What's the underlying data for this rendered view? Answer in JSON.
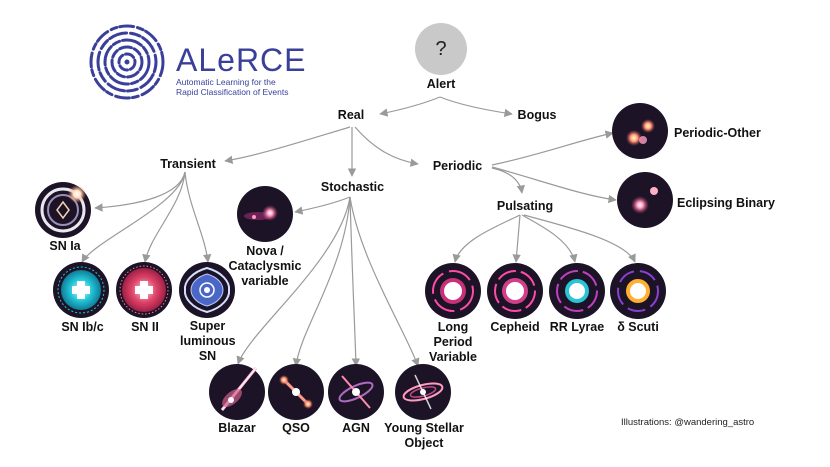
{
  "logo": {
    "title": "ALeRCE",
    "subtitle_line1": "Automatic Learning for the",
    "subtitle_line2": "Rapid Classification of Events"
  },
  "root": {
    "symbol": "?",
    "label": "Alert"
  },
  "nodes": {
    "real": "Real",
    "bogus": "Bogus",
    "transient": "Transient",
    "stochastic": "Stochastic",
    "periodic": "Periodic",
    "pulsating": "Pulsating",
    "sn_ia": "SN Ia",
    "sn_ibc": "SN Ib/c",
    "sn_ii": "SN II",
    "slsn_1": "Super",
    "slsn_2": "luminous",
    "slsn_3": "SN",
    "nova_1": "Nova /",
    "nova_2": "Cataclysmic",
    "nova_3": "variable",
    "blazar": "Blazar",
    "qso": "QSO",
    "agn": "AGN",
    "yso_1": "Young Stellar",
    "yso_2": "Object",
    "periodic_other": "Periodic-Other",
    "eclipsing_binary": "Eclipsing Binary",
    "lpv_1": "Long",
    "lpv_2": "Period",
    "lpv_3": "Variable",
    "cepheid": "Cepheid",
    "rr_lyrae": "RR Lyrae",
    "delta_scuti": "δ Scuti"
  },
  "credit": "Illustrations: @wandering_astro",
  "colors": {
    "logo": "#3a3f9a",
    "line": "#9a9a9a",
    "icon_bg": "#1c1426",
    "root_bg": "#c9c9c9"
  },
  "icons": {
    "sn_ia": "supernova-ia-icon",
    "sn_ibc": "supernova-ibc-icon",
    "sn_ii": "supernova-ii-icon",
    "slsn": "superluminous-supernova-icon",
    "nova": "nova-icon",
    "blazar": "blazar-icon",
    "qso": "qso-icon",
    "agn": "agn-icon",
    "yso": "young-stellar-object-icon",
    "periodic_other": "periodic-other-icon",
    "eclipsing_binary": "eclipsing-binary-icon",
    "lpv": "long-period-variable-icon",
    "cepheid": "cepheid-icon",
    "rr_lyrae": "rr-lyrae-icon",
    "delta_scuti": "delta-scuti-icon"
  }
}
